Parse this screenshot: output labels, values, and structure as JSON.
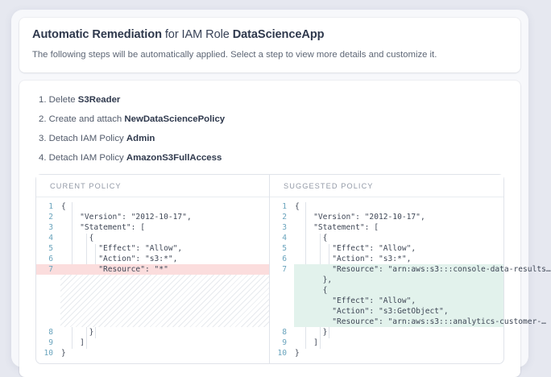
{
  "header": {
    "title_prefix": "Automatic Remediation",
    "title_middle": " for IAM Role ",
    "title_target": "DataScienceApp",
    "subtitle": "The following steps will be automatically applied. Select a step to view more details and customize it."
  },
  "steps": [
    {
      "num": "1.",
      "action": "Delete",
      "target": "S3Reader"
    },
    {
      "num": "2.",
      "action": "Create and attach",
      "target": "NewDataSciencePolicy"
    },
    {
      "num": "3.",
      "action": "Detach IAM Policy",
      "target": "Admin"
    },
    {
      "num": "4.",
      "action": "Detach IAM Policy",
      "target": "AmazonS3FullAccess"
    }
  ],
  "diff": {
    "left_header": "CURENT POLICY",
    "right_header": "SUGGESTED POLICY",
    "left_lines": [
      {
        "ln": "1",
        "text": "{",
        "hl": "none"
      },
      {
        "ln": "2",
        "text": "    \"Version\": \"2012-10-17\",",
        "hl": "none"
      },
      {
        "ln": "3",
        "text": "    \"Statement\": [",
        "hl": "none"
      },
      {
        "ln": "4",
        "text": "      {",
        "hl": "none"
      },
      {
        "ln": "5",
        "text": "        \"Effect\": \"Allow\",",
        "hl": "none"
      },
      {
        "ln": "6",
        "text": "        \"Action\": \"s3:*\",",
        "hl": "none"
      },
      {
        "ln": "7",
        "text": "        \"Resource\": \"*\"",
        "hl": "red"
      },
      {
        "ln": "",
        "text": "",
        "hl": "hatch"
      },
      {
        "ln": "",
        "text": "",
        "hl": "hatch"
      },
      {
        "ln": "",
        "text": "",
        "hl": "hatch"
      },
      {
        "ln": "",
        "text": "",
        "hl": "hatch"
      },
      {
        "ln": "",
        "text": "",
        "hl": "hatch"
      },
      {
        "ln": "8",
        "text": "      }",
        "hl": "none"
      },
      {
        "ln": "9",
        "text": "    ]",
        "hl": "none"
      },
      {
        "ln": "10",
        "text": "}",
        "hl": "none"
      }
    ],
    "right_lines": [
      {
        "ln": "1",
        "text": "{",
        "hl": "none"
      },
      {
        "ln": "2",
        "text": "    \"Version\": \"2012-10-17\",",
        "hl": "none"
      },
      {
        "ln": "3",
        "text": "    \"Statement\": [",
        "hl": "none"
      },
      {
        "ln": "4",
        "text": "      {",
        "hl": "none"
      },
      {
        "ln": "5",
        "text": "        \"Effect\": \"Allow\",",
        "hl": "none"
      },
      {
        "ln": "6",
        "text": "        \"Action\": \"s3:*\",",
        "hl": "none"
      },
      {
        "ln": "7",
        "text": "        \"Resource\": \"arn:aws:s3:::console-data-results…",
        "hl": "green"
      },
      {
        "ln": "",
        "text": "      },",
        "hl": "green"
      },
      {
        "ln": "",
        "text": "      {",
        "hl": "green"
      },
      {
        "ln": "",
        "text": "        \"Effect\": \"Allow\",",
        "hl": "green"
      },
      {
        "ln": "",
        "text": "        \"Action\": \"s3:GetObject\",",
        "hl": "green"
      },
      {
        "ln": "",
        "text": "        \"Resource\": \"arn:aws:s3:::analytics-customer-…",
        "hl": "green"
      },
      {
        "ln": "8",
        "text": "      }",
        "hl": "none"
      },
      {
        "ln": "9",
        "text": "    ]",
        "hl": "none"
      },
      {
        "ln": "10",
        "text": "}",
        "hl": "none"
      }
    ]
  },
  "colors": {
    "removed": "#fbdddd",
    "added": "#e2f2ec",
    "line_number": "#6aa4bd",
    "text": "#3f4756",
    "page_bg": "#e6e8f0"
  }
}
